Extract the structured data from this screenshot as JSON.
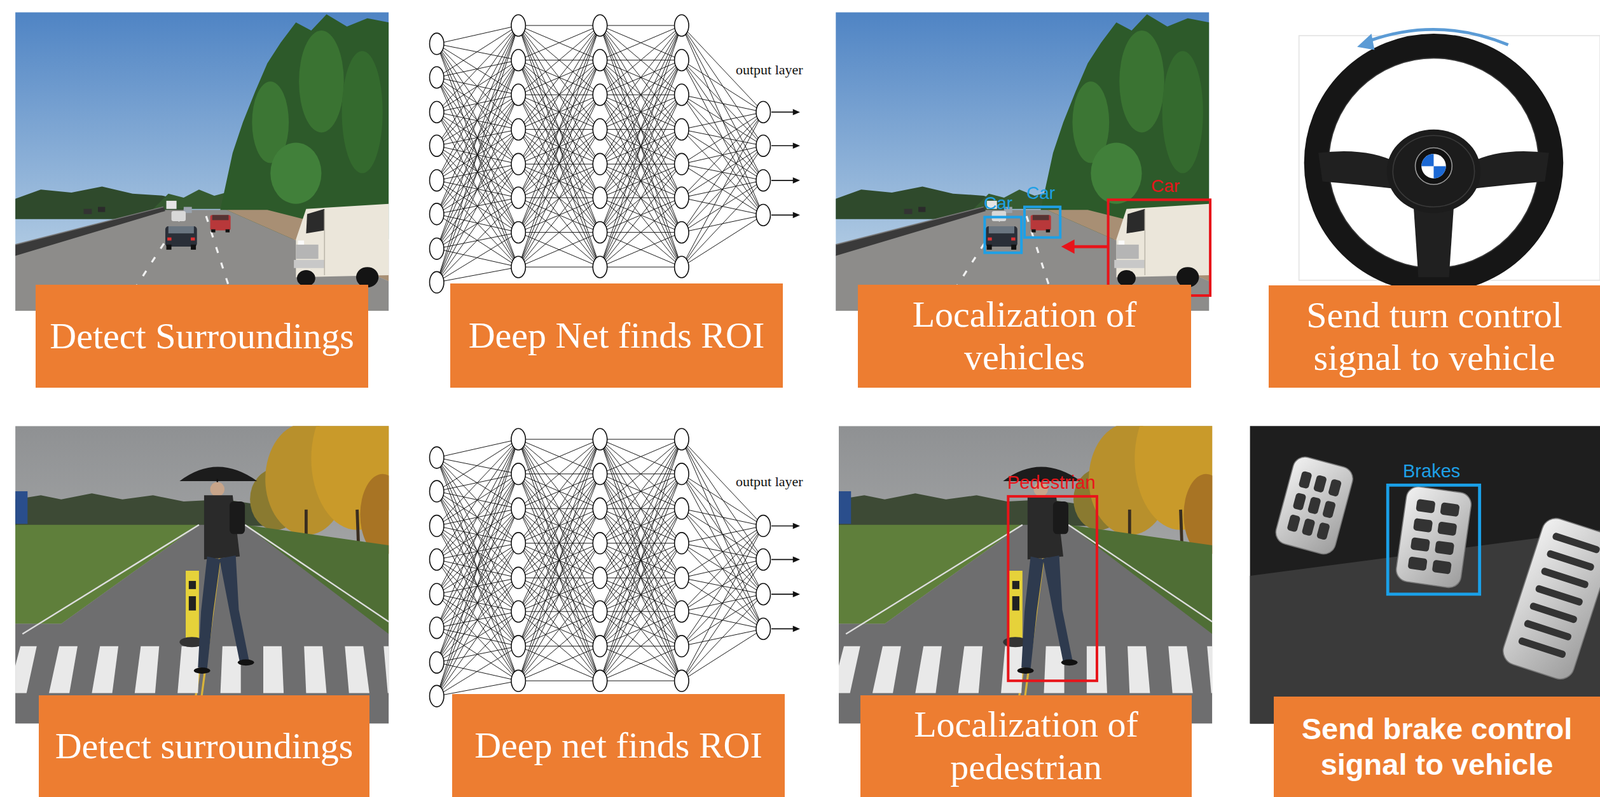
{
  "diagram": {
    "nodes": [
      {
        "text": [
          "Detect Surroundings"
        ]
      },
      {
        "text": [
          "Deep Net finds ROI"
        ]
      },
      {
        "text": [
          "Localization of vehicles"
        ]
      },
      {
        "text": [
          "Send turn control signal to vehicle"
        ]
      },
      {
        "text": [
          "Detect surroundings"
        ]
      },
      {
        "text": [
          "Deep net finds ROI"
        ]
      },
      {
        "text": [
          "Localization of pedestrian"
        ]
      },
      {
        "text": [
          "Send brake control signal to vehicle"
        ]
      }
    ],
    "labels": [
      "output layer",
      "Car",
      "Car",
      "Car",
      "output layer",
      "Pedestrian",
      "Brakes"
    ]
  }
}
